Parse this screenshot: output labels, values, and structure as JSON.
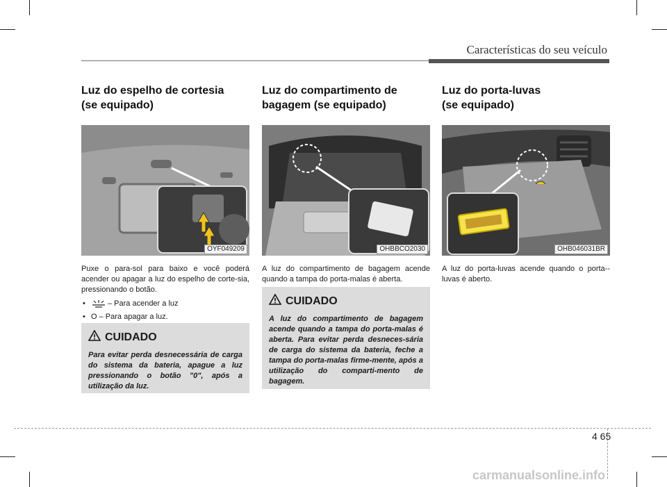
{
  "header": {
    "title": "Características do seu veículo"
  },
  "columns": [
    {
      "title": "Luz do espelho de cortesia\n(se equipado)",
      "image_code": "OYF049209",
      "body": "Puxe o para-sol para baixo e você poderá acender ou apagar a luz do espelho de corte-sia, pressionando o botão.",
      "bullets": [
        "– Para acender a luz",
        "O – Para apagar a luz."
      ]
    },
    {
      "title": "Luz do compartimento de\nbagagem (se equipado)",
      "image_code": "OHBBCO2030",
      "body": "A luz do compartimento de bagagem acende quando a tampa do porta-malas é aberta."
    },
    {
      "title": "Luz do porta-luvas\n(se equipado)",
      "image_code": "OHB046031BR",
      "body": "A luz do porta-luvas acende quando o porta--luvas é aberto."
    }
  ],
  "cautions": [
    {
      "title": "CUIDADO",
      "text": "Para evitar perda desnecessária de carga do sistema da bateria, apague a luz pressionando o botão \"0\", após a utilização da luz."
    },
    {
      "title": "CUIDADO",
      "text": "A luz do compartimento de bagagem acende quando a tampa do porta-malas é aberta. Para evitar perda desneces-sária de carga do sistema da bateria, feche a tampa do porta-malas firme-mente, após a utilização do comparti-mento de bagagem."
    }
  ],
  "footer": {
    "page_number": "4 65",
    "watermark": "carmanualsonline.info"
  },
  "icons": {
    "warning": "warning-triangle-icon",
    "lamp": "lamp-rays-icon"
  }
}
